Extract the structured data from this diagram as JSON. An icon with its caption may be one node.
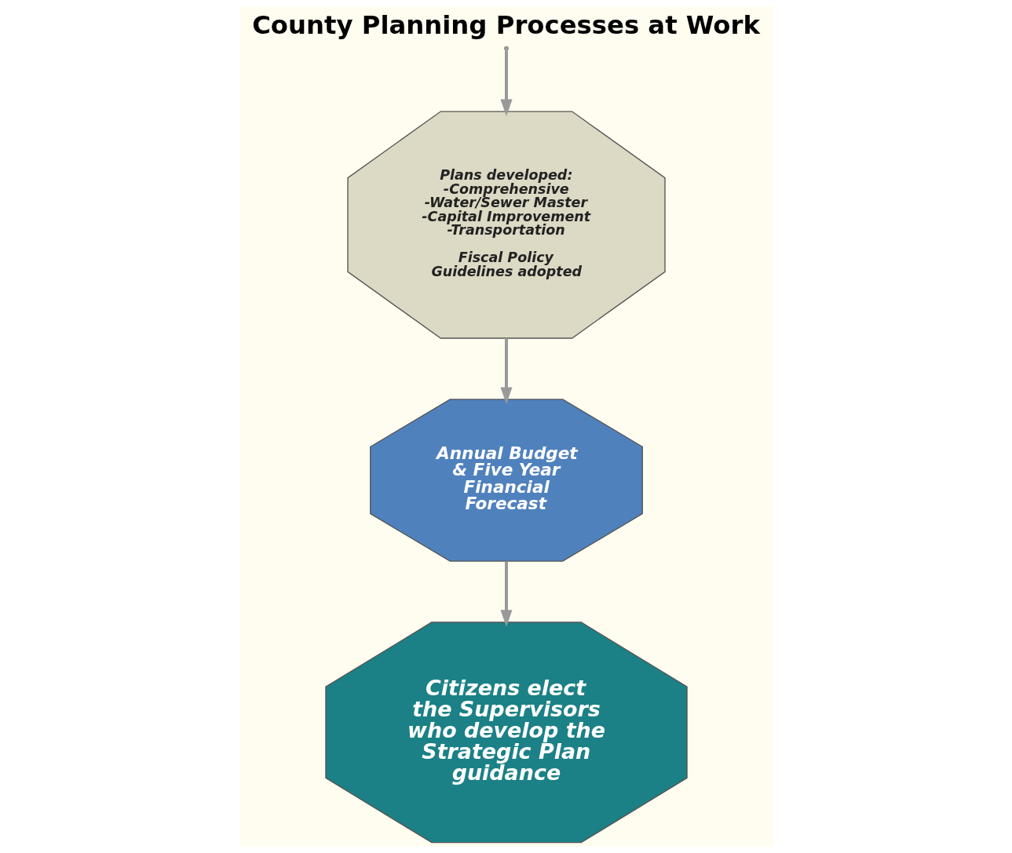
{
  "diagram": {
    "title": "County Planning Processes at Work",
    "nodes": [
      {
        "text": [
          "Annual Budget & Five Year Financial Forecast"
        ]
      },
      {
        "text": [
          "Plans developed: -Comprehensive -Water/Sewer Master -Capital Improvement -Transportation",
          "Fiscal Policy Guidelines adopted"
        ]
      },
      {
        "text": [
          "Citizens elect the Supervisors who develop the Strategic Plan guidance"
        ]
      }
    ],
    "edges": [
      {
        "from": 1,
        "to": 0,
        "arrow": "to"
      },
      {
        "from": 0,
        "to": 2,
        "arrow": "to"
      },
      {
        "from": null,
        "to": 1,
        "arrow": "to"
      }
    ]
  }
}
